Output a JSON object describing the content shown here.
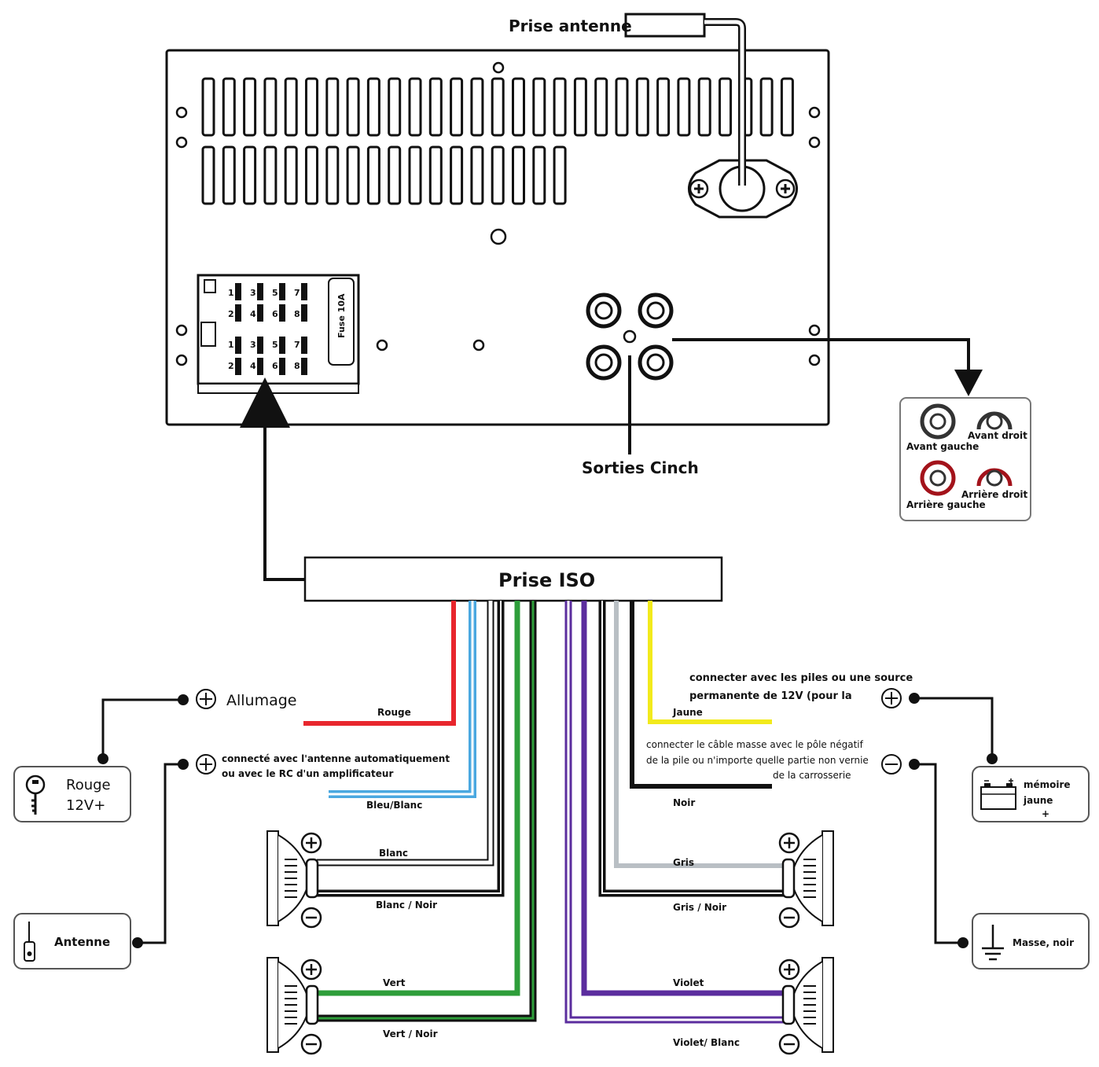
{
  "labels": {
    "antenna_socket": "Prise antenne",
    "cinch_outputs": "Sorties Cinch",
    "iso_socket": "Prise ISO",
    "ignition": "Allumage",
    "auto_antenna_line1": "connecté avec l'antenne automatiquement",
    "auto_antenna_line2": "ou avec le RC d'un amplificateur",
    "permanent_line1": "connecter avec les piles ou une source",
    "permanent_line2": "permanente de 12V (pour la",
    "ground_line1": "connecter le câble masse avec le pôle négatif",
    "ground_line2": "de la pile ou n'importe quelle partie non vernie",
    "ground_line3": "de la carrosserie",
    "fuse": "Fuse 10A"
  },
  "cinch": {
    "front_left": "Avant gauche",
    "front_right": "Avant droit",
    "rear_left": "Arrière gauche",
    "rear_right": "Arrière droit"
  },
  "boxes": {
    "red_label": "Rouge",
    "red_sub": "12V+",
    "antenna": "Antenne",
    "memory_line1": "mémoire",
    "memory_line2": "jaune",
    "memory_line3": "+",
    "ground": "Masse, noir"
  },
  "wires": {
    "red": "Rouge",
    "blue_white": "Bleu/Blanc",
    "white": "Blanc",
    "white_black": "Blanc / Noir",
    "green": "Vert",
    "green_black": "Vert / Noir",
    "yellow": "Jaune",
    "black": "Noir",
    "grey": "Gris",
    "grey_black": "Gris / Noir",
    "violet": "Violet",
    "violet_white": "Violet/ Blanc"
  },
  "pins": {
    "top_row1": [
      "1",
      "3",
      "5",
      "7"
    ],
    "top_row2": [
      "2",
      "4",
      "6",
      "8"
    ],
    "bot_row1": [
      "1",
      "3",
      "5",
      "7"
    ],
    "bot_row2": [
      "2",
      "4",
      "6",
      "8"
    ]
  },
  "colors": {
    "red": "#e8262d",
    "blue": "#4aa8e0",
    "green": "#2e9e3a",
    "yellow": "#f2ea1c",
    "violet": "#5b2d9e",
    "grey": "#b9bfc4",
    "black": "#111111"
  }
}
